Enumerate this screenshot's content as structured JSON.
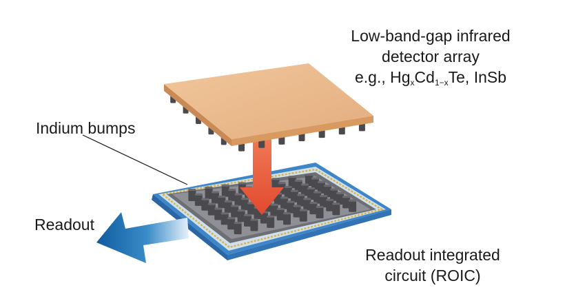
{
  "labels": {
    "detector": {
      "line1": "Low-band-gap infrared",
      "line2": "detector array",
      "line3_prefix": "e.g., Hg",
      "sub_x1": "x",
      "cd": "Cd",
      "sub_1mx": "1−x",
      "line3_suffix": "Te, InSb"
    },
    "indium_bumps": "Indium bumps",
    "readout": "Readout",
    "roic_line1": "Readout integrated",
    "roic_line2": "circuit (ROIC)"
  },
  "colors": {
    "detector_top": "#e9b98a",
    "detector_side": "#c98a55",
    "bump": "#4a4a4e",
    "roic_outline": "#3e86c8",
    "roic_gold": "#d9b34a",
    "roic_face": "#8f9095",
    "arrow_red": "#e85a3f",
    "arrow_blue": "#1c6fb0"
  }
}
